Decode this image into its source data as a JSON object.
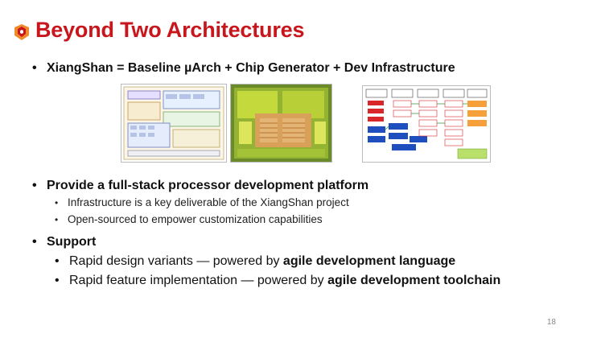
{
  "slide": {
    "title": "Beyond Two Architectures",
    "headline": "XiangShan  =  Baseline µArch + Chip Generator + Dev Infrastructure",
    "bullets": [
      {
        "text": "Provide a full-stack processor development platform",
        "sub": [
          "Infrastructure is a key deliverable of the XiangShan project",
          "Open-sourced to empower customization capabilities"
        ]
      },
      {
        "text": "Support",
        "sub": [
          {
            "prefix": "Rapid design variants — powered by ",
            "bold": "agile development language"
          },
          {
            "prefix": "Rapid feature implementation — powered by ",
            "bold": "agile development toolchain"
          }
        ]
      }
    ],
    "page_number": "18"
  },
  "icons": {
    "logo": "xiangshan-logo-icon"
  },
  "colors": {
    "title": "#c8161d",
    "accent_orange": "#f5a03a",
    "flow_blue": "#1f4fbf",
    "flow_red": "#d8262b"
  }
}
